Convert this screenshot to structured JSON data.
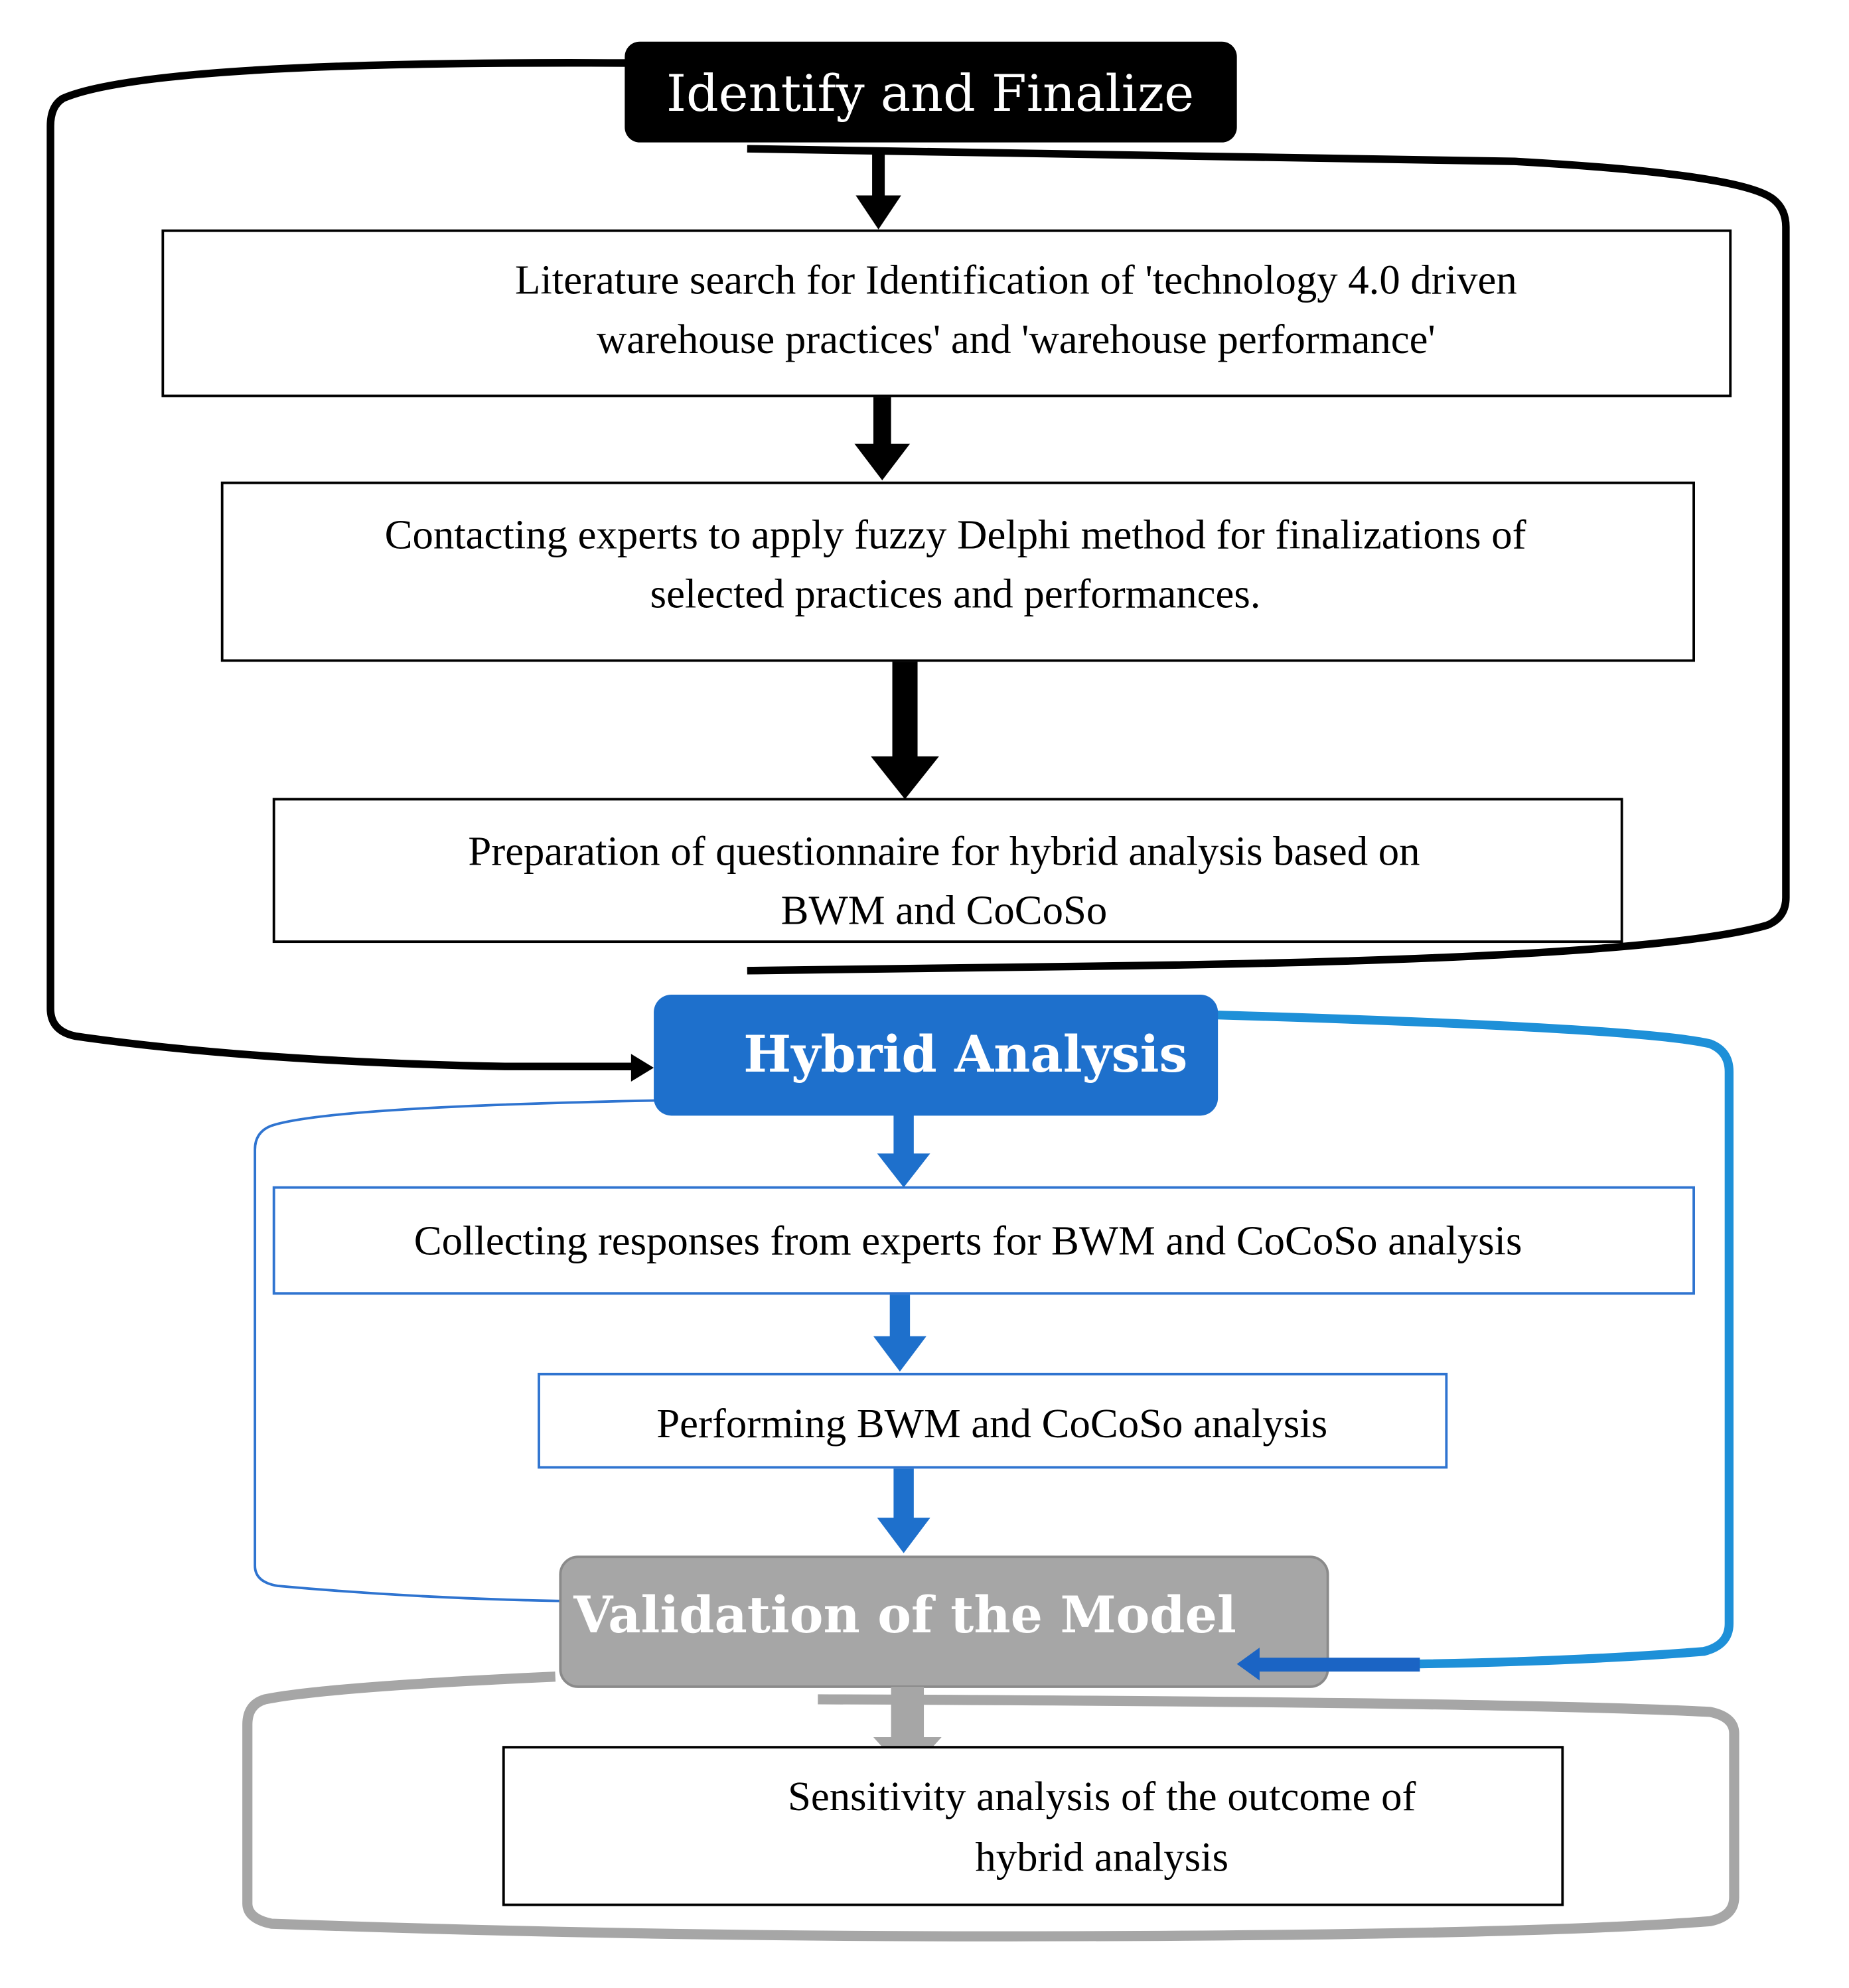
{
  "figure": {
    "type": "flowchart",
    "colors": {
      "black_stage": "#000000",
      "hybrid_blue": "#1e70cc",
      "loop_light_blue": "#1e90d8",
      "validation_gray": "#a6a6a6",
      "box_border_black": "#000000",
      "box_border_blue": "#2f74d0"
    },
    "stages": [
      {
        "id": "identify",
        "title": "Identify and Finalize",
        "steps": [
          {
            "lines": [
              "Literature search for Identification of 'technology 4.0 driven",
              "warehouse practices' and 'warehouse performance'"
            ]
          },
          {
            "lines": [
              "Contacting experts to apply fuzzy Delphi method for finalizations of",
              "selected practices and performances."
            ]
          },
          {
            "lines": [
              "Preparation of questionnaire for hybrid analysis based on",
              "BWM and CoCoSo"
            ]
          }
        ]
      },
      {
        "id": "hybrid",
        "title": "Hybrid Analysis",
        "steps": [
          {
            "lines": [
              "Collecting responses from experts for BWM and CoCoSo analysis"
            ]
          },
          {
            "lines": [
              "Performing BWM and CoCoSo analysis"
            ]
          }
        ]
      },
      {
        "id": "validation",
        "title": "Validation of the Model",
        "steps": [
          {
            "lines": [
              "Sensitivity analysis of the outcome of",
              "hybrid analysis"
            ]
          }
        ]
      }
    ],
    "connectors": [
      {
        "from": "Identify and Finalize",
        "to": "Literature search",
        "style": "black-arrow"
      },
      {
        "from": "Literature search",
        "to": "Contacting experts",
        "style": "black-arrow"
      },
      {
        "from": "Contacting experts",
        "to": "Preparation of questionnaire",
        "style": "black-arrow"
      },
      {
        "from": "Identify and Finalize loop",
        "to": "Hybrid Analysis",
        "style": "black-arrow"
      },
      {
        "from": "Hybrid Analysis",
        "to": "Collecting responses",
        "style": "blue-arrow"
      },
      {
        "from": "Collecting responses",
        "to": "Performing analysis",
        "style": "blue-arrow"
      },
      {
        "from": "Performing analysis",
        "to": "Validation of the Model",
        "style": "blue-arrow"
      },
      {
        "from": "Hybrid Analysis loop",
        "to": "Validation of the Model",
        "style": "light-blue-arrow"
      },
      {
        "from": "Validation of the Model",
        "to": "Sensitivity analysis",
        "style": "gray-arrow"
      }
    ]
  }
}
